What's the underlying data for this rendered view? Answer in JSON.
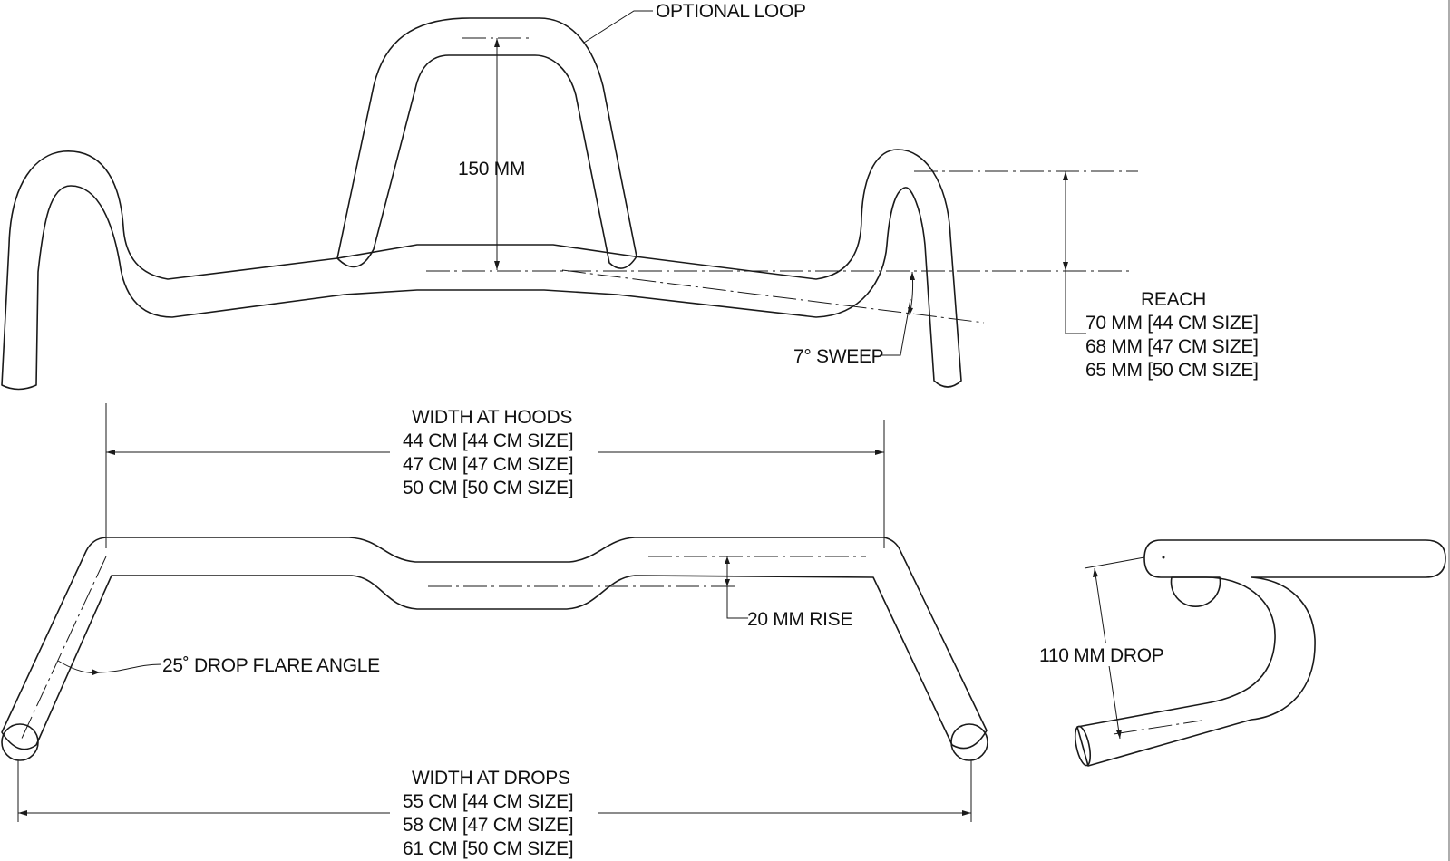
{
  "labels": {
    "optional_loop": "OPTIONAL LOOP",
    "loop_height": "150 MM",
    "sweep": "7° SWEEP",
    "reach_title": "REACH",
    "reach_44": "70 MM [44 CM SIZE]",
    "reach_47": "68 MM [47 CM SIZE]",
    "reach_50": "65 MM [50 CM SIZE]",
    "hoods_title": "WIDTH AT HOODS",
    "hoods_44": "44 CM [44 CM SIZE]",
    "hoods_47": "47 CM [47 CM SIZE]",
    "hoods_50": "50 CM [50 CM SIZE]",
    "rise": "20 MM RISE",
    "flare": "25˚ DROP FLARE ANGLE",
    "drop": "110 MM DROP",
    "drops_title": "WIDTH AT DROPS",
    "drops_44": "55 CM [44 CM SIZE]",
    "drops_47": "58 CM [47 CM SIZE]",
    "drops_50": "61 CM [50 CM SIZE]"
  }
}
